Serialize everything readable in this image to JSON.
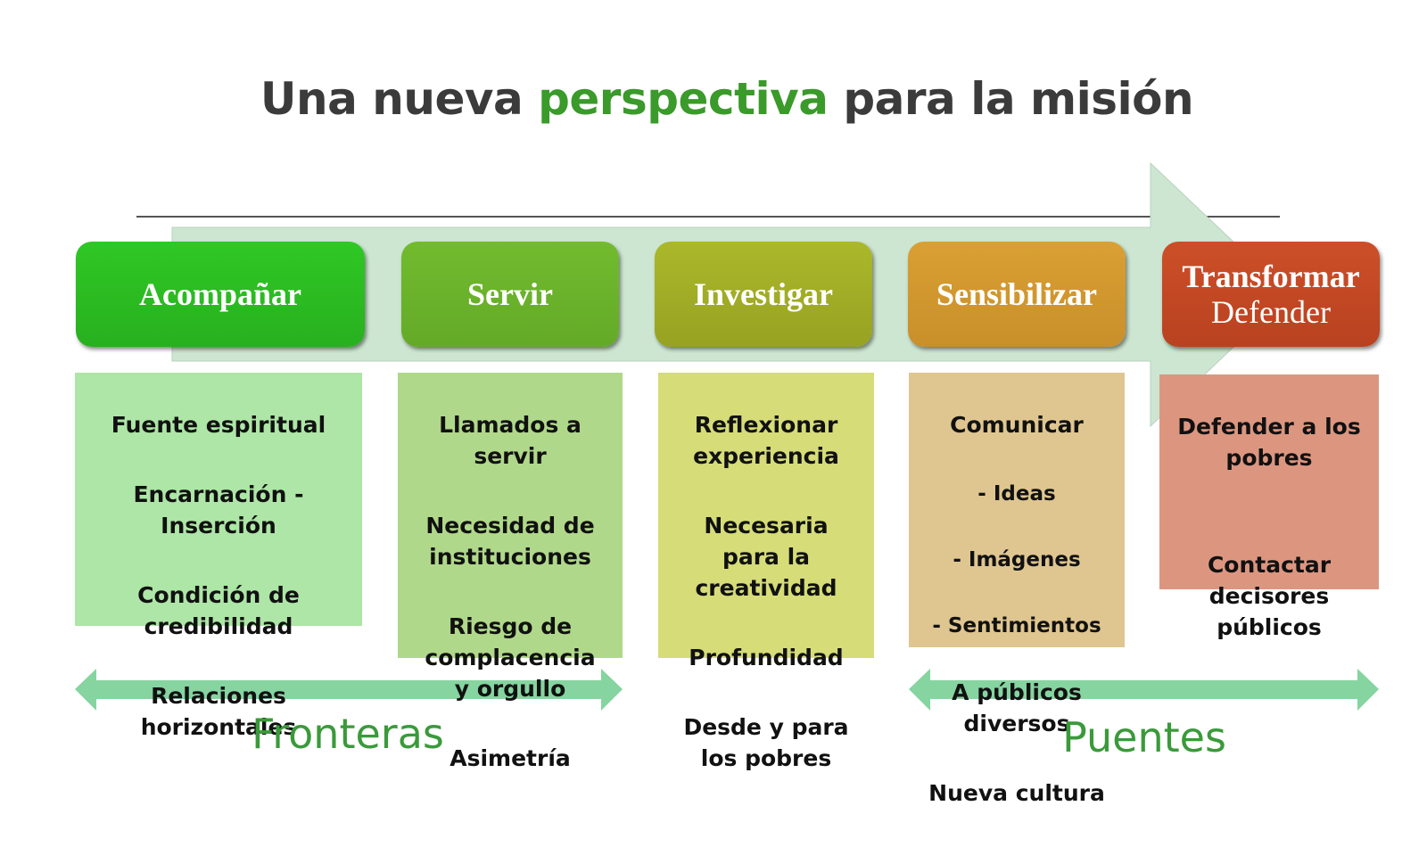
{
  "title": {
    "pre": "Una nueva ",
    "accent": "perspectiva",
    "post": " para la misión"
  },
  "colors": {
    "accent": "#3a9a2a",
    "arrow": "#cde6d2",
    "double_arrow": "#86d4a0"
  },
  "stages": [
    {
      "title": "Acompañar",
      "color": "#2dbd22",
      "box_color": "#ade6a6",
      "items": [
        "Fuente espiritual",
        "Encarnación -\nInserción",
        "Condición de\ncredibilidad",
        "Relaciones\nhorizontales"
      ]
    },
    {
      "title": "Servir",
      "color": "#6cb52c",
      "box_color": "#b0d88a",
      "items": [
        "Llamados a\nservir",
        "Necesidad de\ninstituciones",
        "Riesgo de\ncomplacencia\ny orgullo",
        "Asimetría"
      ]
    },
    {
      "title": "Investigar",
      "color": "#a3b026",
      "box_color": "#d5dc78",
      "items": [
        "Reflexionar\nexperiencia",
        "Necesaria\npara la\ncreatividad",
        "Profundidad",
        "Desde y para\nlos pobres"
      ]
    },
    {
      "title": "Sensibilizar",
      "color": "#d49a30",
      "box_color": "#dfc690",
      "items": [
        "Comunicar",
        "- Ideas",
        "- Imágenes",
        "-  Sentimientos",
        "A públicos\ndiversos",
        "Nueva cultura"
      ]
    },
    {
      "title": "Transformar",
      "subtitle": "Defender",
      "color": "#c84a25",
      "box_color": "#dc9680",
      "items": [
        "Defender a los\npobres",
        "Contactar\ndecisores\npúblicos"
      ]
    }
  ],
  "bottom": {
    "left_label": "Fronteras",
    "right_label": "Puentes"
  }
}
